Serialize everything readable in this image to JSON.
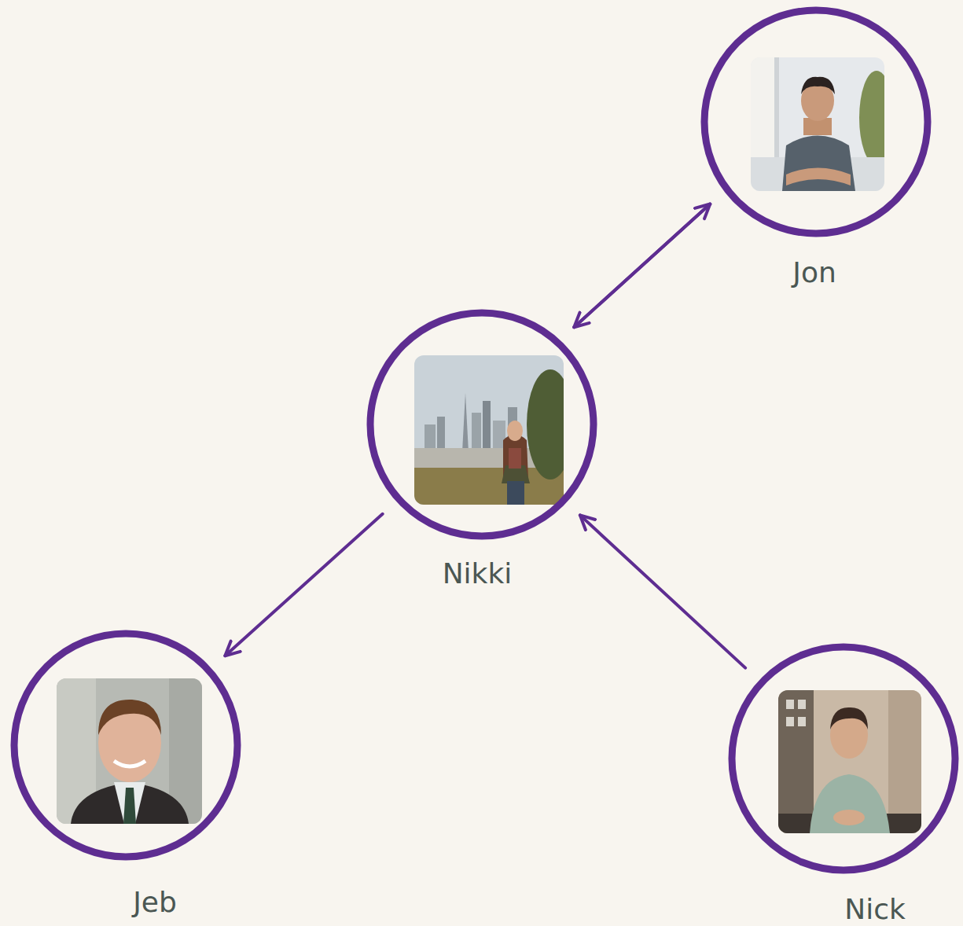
{
  "diagram": {
    "nodes": [
      {
        "text": [
          "Jon"
        ]
      },
      {
        "text": [
          "Nikki"
        ]
      },
      {
        "text": [
          "Jeb"
        ]
      },
      {
        "text": [
          "Nick"
        ]
      }
    ],
    "edges": [
      {
        "from": 1,
        "to": 0,
        "arrow": "to"
      },
      {
        "from": 0,
        "to": 1,
        "arrow": "to"
      },
      {
        "from": 1,
        "to": 2,
        "arrow": "to"
      },
      {
        "from": 3,
        "to": 1,
        "arrow": "to"
      }
    ]
  }
}
